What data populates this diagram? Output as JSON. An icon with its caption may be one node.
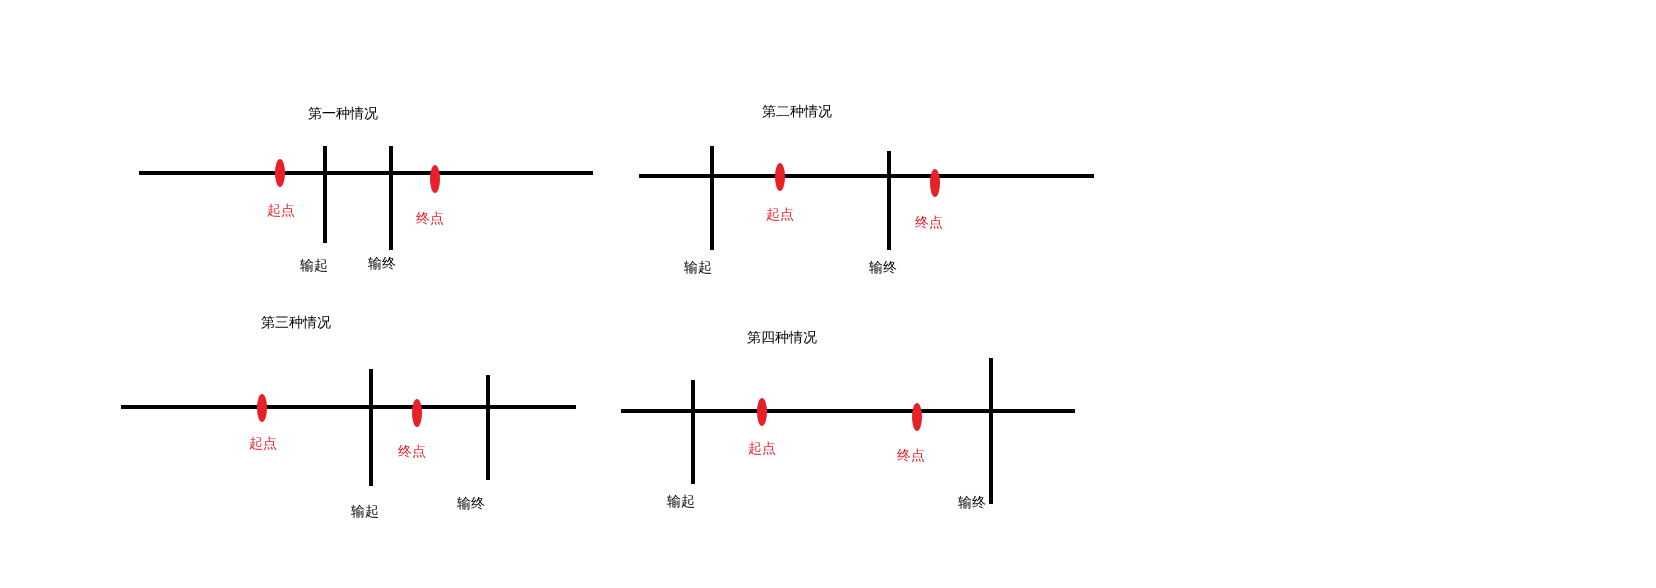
{
  "diagram": {
    "labels": [
      "第一种情况",
      "起点",
      "终点",
      "输起",
      "输终",
      "第二种情况",
      "起点",
      "终点",
      "输起",
      "输终",
      "第三种情况",
      "起点",
      "终点",
      "输起",
      "输终",
      "第四种情况",
      "起点",
      "终点",
      "输起",
      "输终"
    ]
  }
}
